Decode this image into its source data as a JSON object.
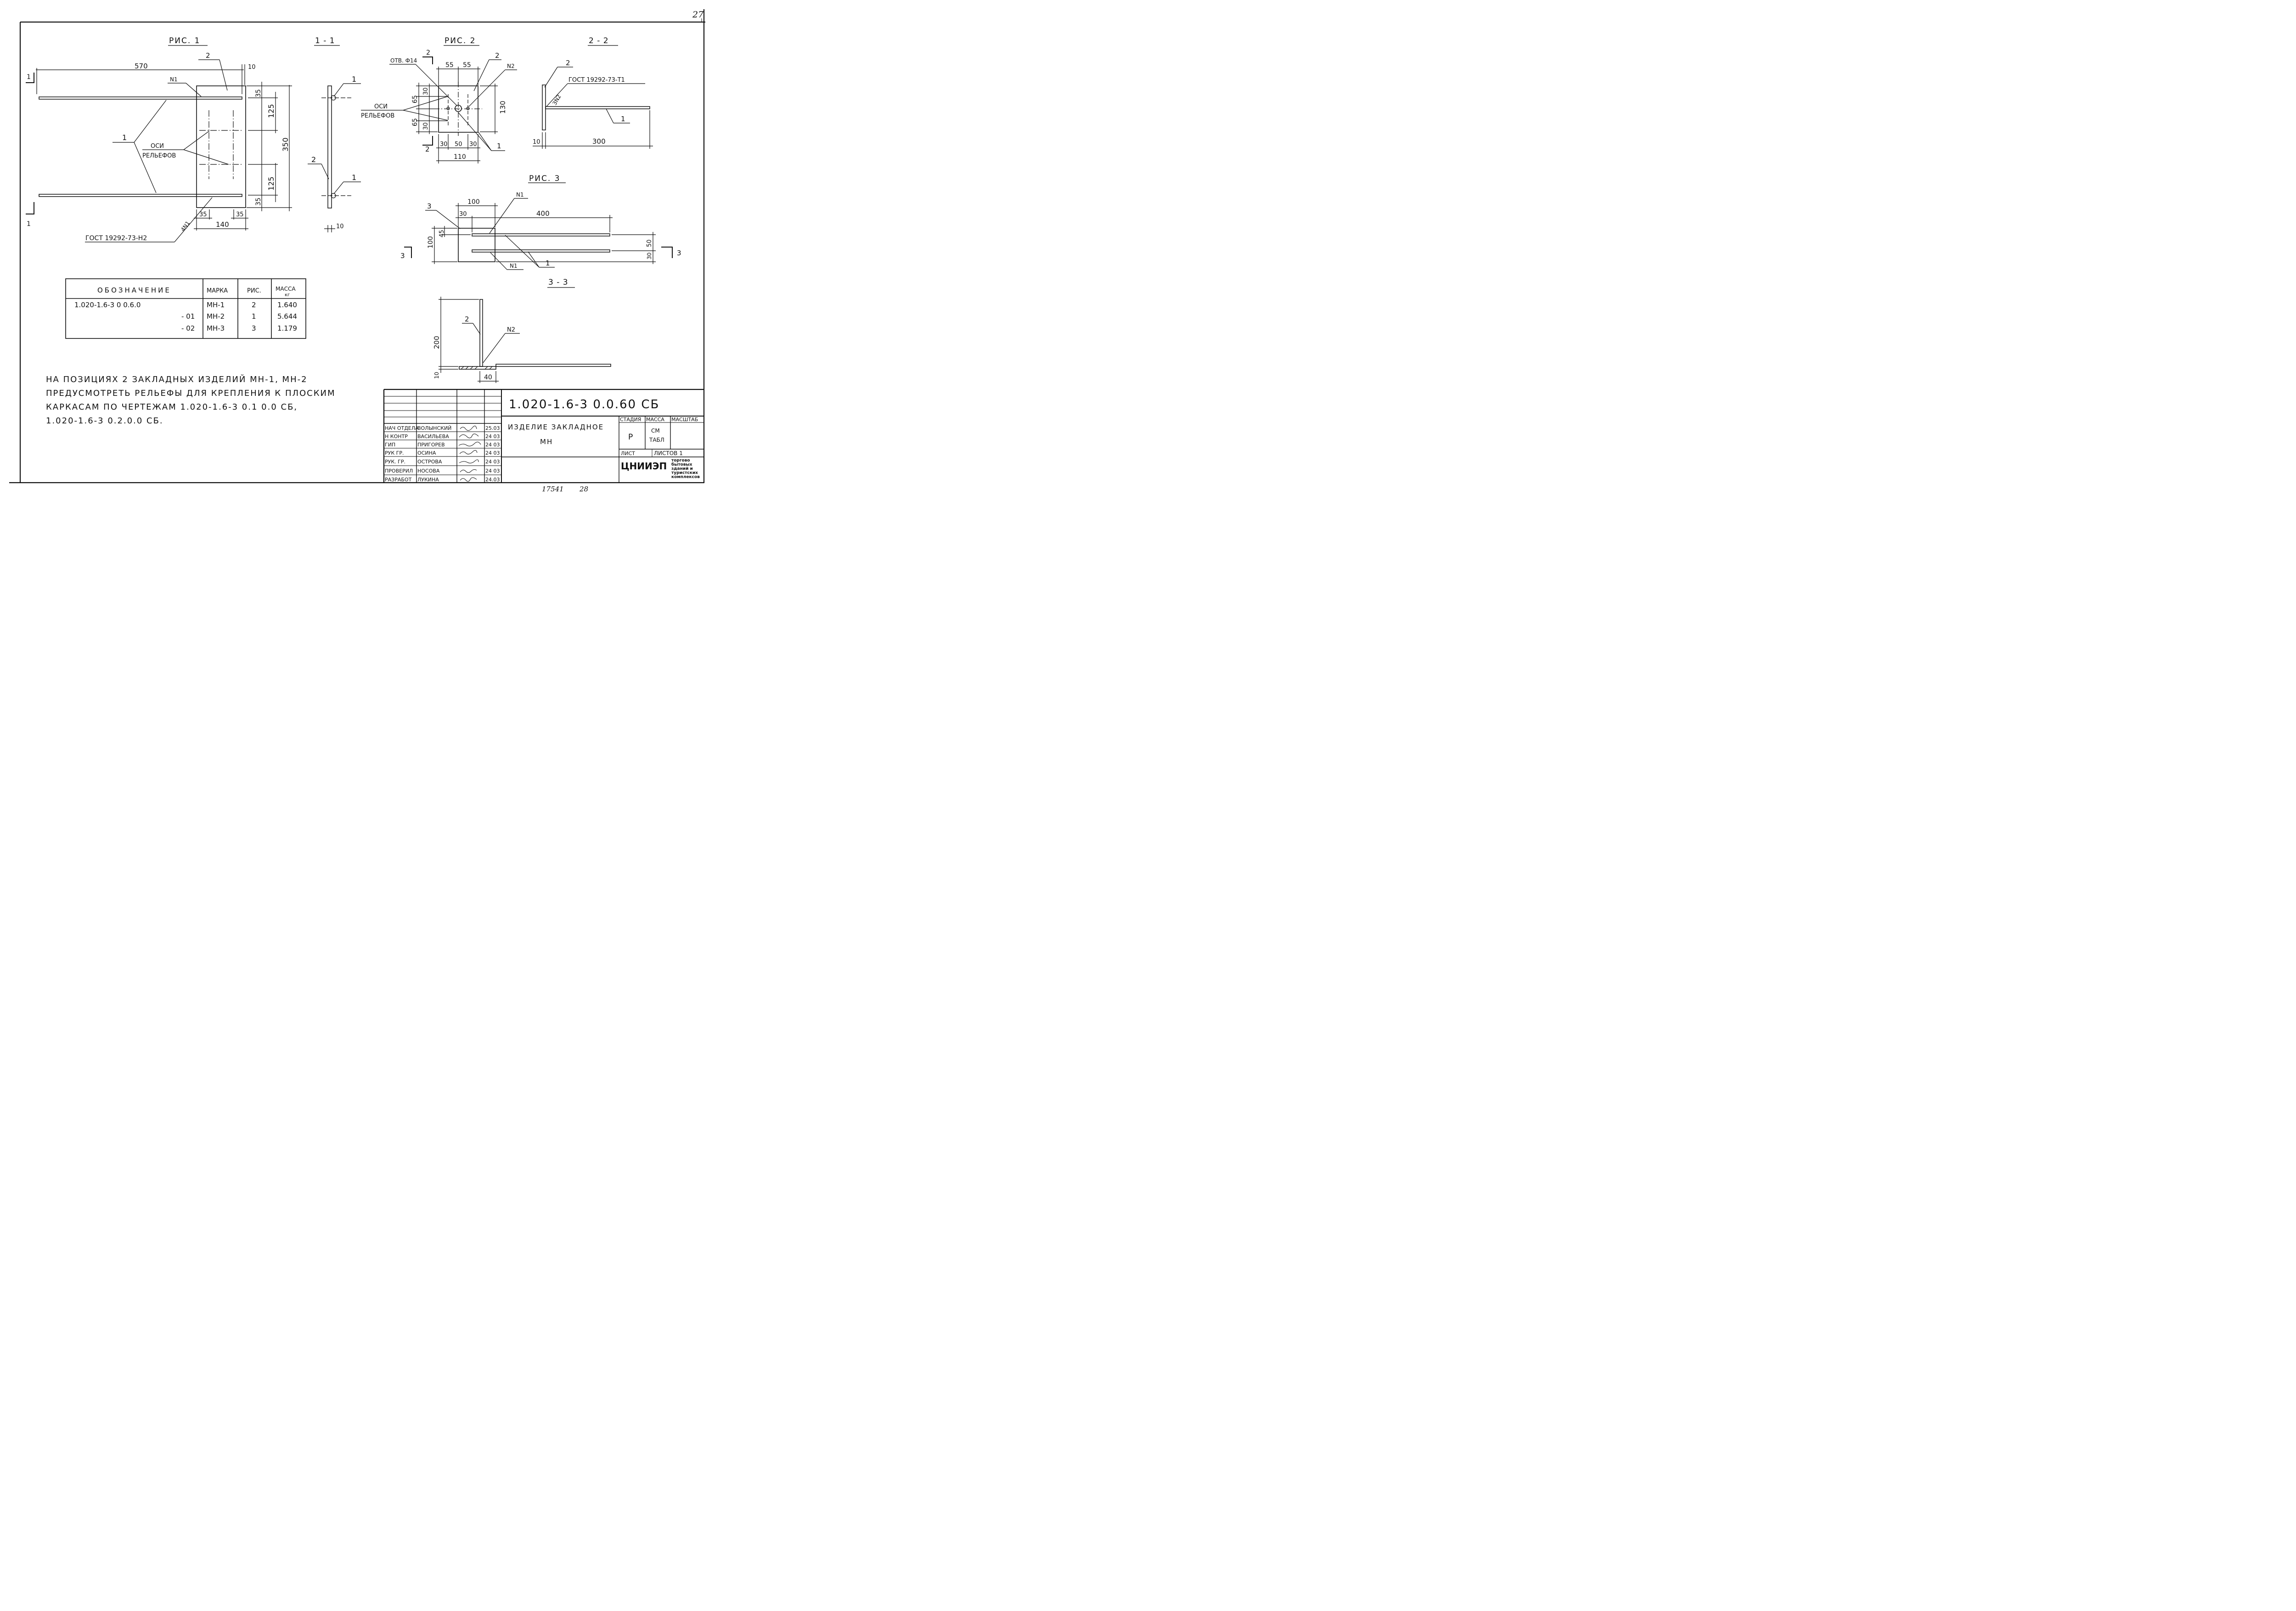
{
  "sheet_number": "27",
  "figures": {
    "fig1": {
      "title": "РИС. 1",
      "dims": {
        "length": "570",
        "ten_top": "10",
        "d35_top": "35",
        "d125_top": "125",
        "d350": "350",
        "d125_bot": "125",
        "d35_bot": "35",
        "d35_left": "35",
        "d35_right": "35",
        "d140": "140"
      },
      "callouts": {
        "plate": "2",
        "bar": "1",
        "weld": "N1",
        "weld_bottom": "4N1"
      },
      "axes_label": [
        "ОСИ",
        "РЕЛЬЕФОВ"
      ],
      "standard": "ГОСТ 19292-73-Н2",
      "section_mark": "1"
    },
    "sec11": {
      "title": "1 - 1",
      "pos_bar_top": "1",
      "pos_plate": "2",
      "pos_bar_bot": "1",
      "thickness": "10"
    },
    "fig2": {
      "title": "РИС. 2",
      "hole_label": "ОТВ. Ф14",
      "section_mark": "2",
      "dims": {
        "a55": "55",
        "b55": "55",
        "d30_top": "30",
        "d65_top": "65",
        "d65_bot": "65",
        "d30_bot": "30",
        "d130": "130",
        "c30": "30",
        "c50": "50",
        "c30b": "30",
        "d110": "110"
      },
      "callouts": {
        "plate": "2",
        "weld": "N2",
        "bar": "1"
      },
      "axes_label": [
        "ОСИ",
        "РЕЛЬЕФОВ"
      ]
    },
    "sec22": {
      "title": "2 - 2",
      "pos_plate": "2",
      "weld": "3N2",
      "standard": "ГОСТ 19292-73-Т1",
      "pos_bar": "1",
      "d10": "10",
      "d300": "300"
    },
    "fig3": {
      "title": "РИС. 3",
      "pos_plate": "3",
      "dims": {
        "d100_top": "100",
        "d30": "30",
        "d400": "400",
        "d45": "45",
        "d100_left": "100",
        "d50": "50",
        "d30_right": "30"
      },
      "callouts": {
        "weld_top": "N1",
        "weld_bot": "N1",
        "bar": "1"
      },
      "section_mark": "3"
    },
    "sec33": {
      "title": "3 - 3",
      "d200": "200",
      "pos_plate": "2",
      "weld": "N2",
      "d10": "10",
      "d40": "40"
    }
  },
  "spec_table": {
    "headers": [
      "ОБОЗНАЧЕНИЕ",
      "МАРКА",
      "РИС.",
      "МАССА"
    ],
    "mass_unit": "кг",
    "rows": [
      [
        "1.020-1.6-3  0 0.6.0",
        "МН-1",
        "2",
        "1.640"
      ],
      [
        "- 01",
        "МН-2",
        "1",
        "5.644"
      ],
      [
        "- 02",
        "МН-3",
        "3",
        "1.179"
      ]
    ]
  },
  "note": [
    "НА ПОЗИЦИЯХ 2 ЗАКЛАДНЫХ  ИЗДЕЛИЙ МН-1, МН-2",
    "ПРЕДУСМОТРЕТЬ РЕЛЬЕФЫ ДЛЯ  КРЕПЛЕНИЯ К ПЛОСКИМ",
    "КАРКАСАМ  ПО ЧЕРТЕЖАМ  1.020-1.6-3  0.1 0.0 СБ,",
    "1.020-1.6-3  0.2.0.0 СБ."
  ],
  "title_block": {
    "document_code": "1.020-1.6-3   0.0.60   СБ",
    "item_name": [
      "ИЗДЕЛИЕ ЗАКЛАДНОЕ",
      "МН"
    ],
    "stage_header": "СТАДИЯ",
    "mass_header": "МАССА",
    "scale_header": "МАСШТАБ",
    "stage": "Р",
    "mass": [
      "СМ",
      "ТАБЛ"
    ],
    "sheet_label": "ЛИСТ",
    "sheets_label": "ЛИСТОВ 1",
    "org": "ЦНИИЭП",
    "org_sub": [
      "торгово",
      "бытовых",
      "зданий и",
      "туристских",
      "комплексов"
    ],
    "signatures": [
      {
        "role": "НАЧ ОТДЕЛА",
        "name": "ВОЛЫНСКИЙ",
        "date": "25.03"
      },
      {
        "role": "Н КОНТР",
        "name": "ВАСИЛЬЕВА",
        "date": "24 03"
      },
      {
        "role": "ГИП",
        "name": "ПРИГОРЕВ",
        "date": "24 03"
      },
      {
        "role": "РУК ГР.",
        "name": "ОСИНА",
        "date": "24 03"
      },
      {
        "role": "РУК. ГР.",
        "name": "ОСТРОВА",
        "date": "24 03"
      },
      {
        "role": "ПРОВЕРИЛ",
        "name": "НОСОВА",
        "date": "24 03"
      },
      {
        "role": "РАЗРАБОТ",
        "name": "ЛУКИНА",
        "date": "24.03"
      }
    ]
  },
  "footer": {
    "inventory": "17541",
    "page": "28"
  }
}
